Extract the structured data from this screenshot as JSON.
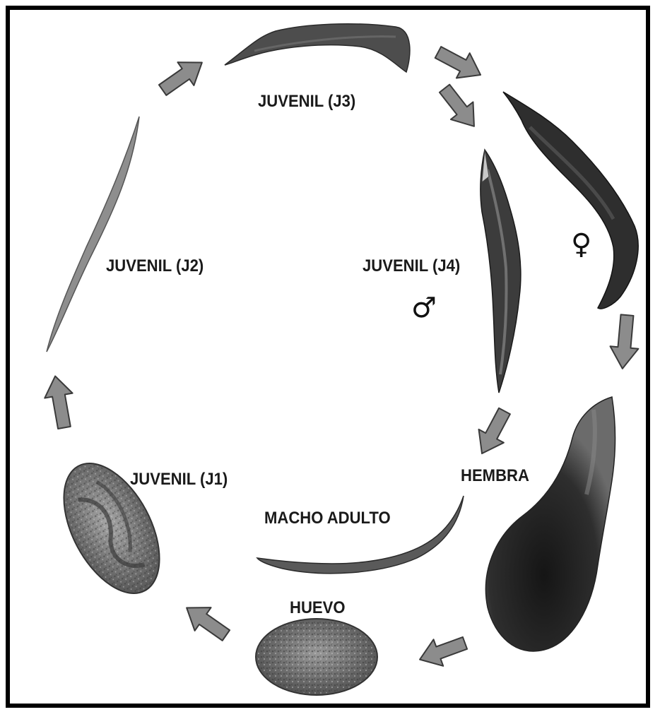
{
  "stages": {
    "j3": "JUVENIL (J3)",
    "j2": "JUVENIL (J2)",
    "j4": "JUVENIL (J4)",
    "j1": "JUVENIL (J1)",
    "hembra": "HEMBRA",
    "macho": "MACHO ADULTO",
    "huevo": "HUEVO"
  },
  "symbols": {
    "female": "♀",
    "male": "♂"
  },
  "colors": {
    "arrow": "#8c8c8c",
    "worm_dark": "#2b2b2b",
    "worm_mid": "#555555",
    "worm_light": "#9a9a9a",
    "frame": "#000000"
  }
}
